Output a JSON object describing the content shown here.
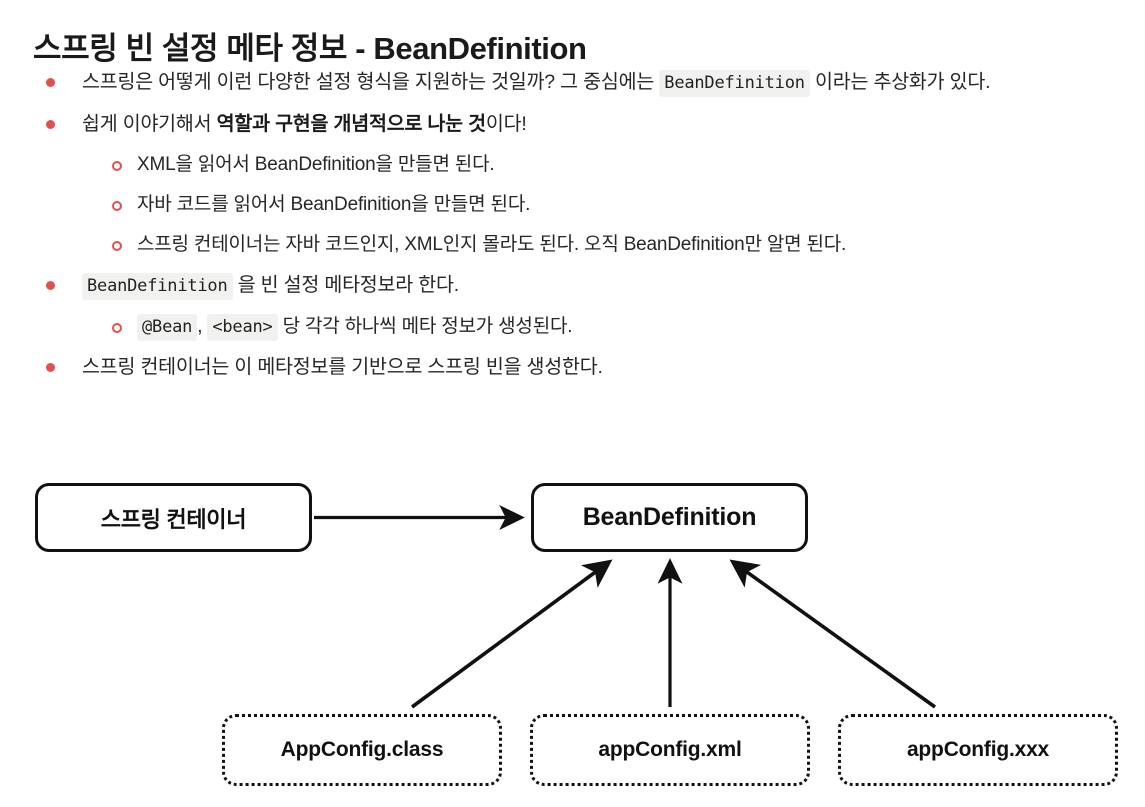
{
  "page": {
    "title": "스프링 빈 설정 메타 정보 - BeanDefinition",
    "accent_bullet_color": "#e0504f",
    "code_bg_color": "#f1f1ef",
    "text_color": "#262626"
  },
  "list": [
    {
      "level": 1,
      "parts": [
        {
          "type": "text",
          "value": "스프링은 어떻게 이런 다양한 설정 형식을 지원하는 것일까? 그 중심에는 "
        },
        {
          "type": "code",
          "value": "BeanDefinition"
        },
        {
          "type": "text",
          "value": " 이라는 추상화가 있다."
        }
      ]
    },
    {
      "level": 1,
      "parts": [
        {
          "type": "text",
          "value": "쉽게 이야기해서 "
        },
        {
          "type": "bold",
          "value": "역할과 구현을 개념적으로 나눈 것"
        },
        {
          "type": "text",
          "value": "이다!"
        }
      ]
    },
    {
      "level": 2,
      "parts": [
        {
          "type": "text",
          "value": "XML을 읽어서 BeanDefinition을 만들면 된다."
        }
      ]
    },
    {
      "level": 2,
      "parts": [
        {
          "type": "text",
          "value": "자바 코드를 읽어서 BeanDefinition을 만들면 된다."
        }
      ]
    },
    {
      "level": 2,
      "parts": [
        {
          "type": "text",
          "value": "스프링 컨테이너는 자바 코드인지, XML인지 몰라도 된다. 오직 BeanDefinition만 알면 된다."
        }
      ]
    },
    {
      "level": 1,
      "parts": [
        {
          "type": "code",
          "value": "BeanDefinition"
        },
        {
          "type": "text",
          "value": " 을 빈 설정 메타정보라 한다."
        }
      ]
    },
    {
      "level": 2,
      "parts": [
        {
          "type": "code",
          "value": "@Bean"
        },
        {
          "type": "text",
          "value": ", "
        },
        {
          "type": "code",
          "value": "<bean>"
        },
        {
          "type": "text",
          "value": " 당 각각 하나씩 메타 정보가 생성된다."
        }
      ]
    },
    {
      "level": 1,
      "parts": [
        {
          "type": "text",
          "value": "스프링 컨테이너는 이 메타정보를 기반으로 스프링 빈을 생성한다."
        }
      ]
    }
  ],
  "diagram": {
    "nodes": {
      "spring_container": {
        "label": "스프링 컨테이너",
        "style": "solid"
      },
      "bean_definition": {
        "label": "BeanDefinition",
        "style": "solid"
      },
      "app_config_class": {
        "label": "AppConfig.class",
        "style": "dotted"
      },
      "app_config_xml": {
        "label": "appConfig.xml",
        "style": "dotted"
      },
      "app_config_xxx": {
        "label": "appConfig.xxx",
        "style": "dotted"
      }
    },
    "edges": [
      {
        "from": "spring_container",
        "to": "bean_definition"
      },
      {
        "from": "app_config_class",
        "to": "bean_definition"
      },
      {
        "from": "app_config_xml",
        "to": "bean_definition"
      },
      {
        "from": "app_config_xxx",
        "to": "bean_definition"
      }
    ]
  }
}
